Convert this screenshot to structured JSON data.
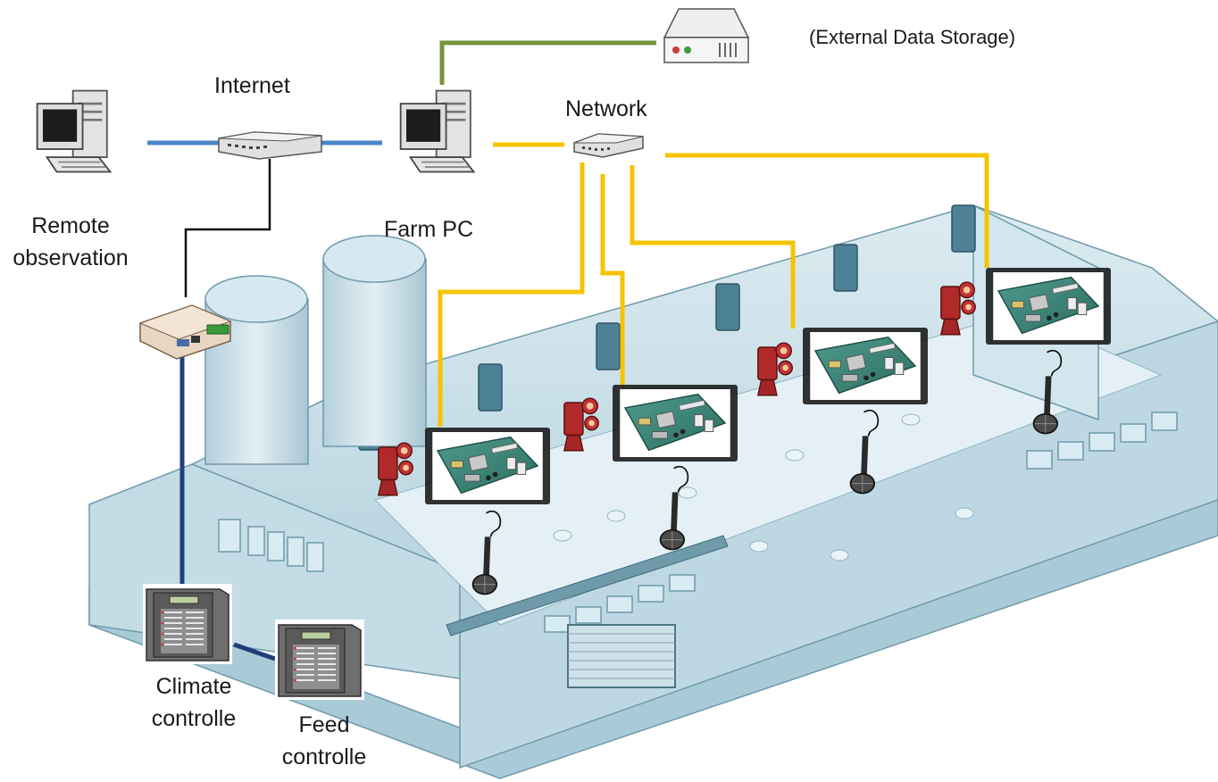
{
  "labels": {
    "internet": "Internet",
    "network": "Network",
    "external_storage": "(External Data Storage)",
    "remote_line1": "Remote",
    "remote_line2": "observation",
    "farm_pc": "Farm PC",
    "climate_line1": "Climate",
    "climate_line2": "controlle",
    "feed_line1": "Feed",
    "feed_line2": "controlle"
  },
  "icons": {
    "remote_pc": "desktop-computer-icon",
    "farm_pc": "desktop-computer-icon",
    "internet_switch": "network-switch-icon",
    "network_switch": "network-switch-icon",
    "storage": "external-drive-icon",
    "gateway": "gateway-box-icon",
    "camera": "video-camera-icon",
    "board": "circuit-board-icon",
    "microphone": "microphone-icon",
    "controller": "control-panel-icon"
  },
  "colors": {
    "internet_link": "#4a86c8",
    "network_link": "#f5c400",
    "storage_link": "#77933c",
    "controller_link": "#1f3f7a",
    "gateway_link": "#111111",
    "barn": "#cfe3ec"
  }
}
